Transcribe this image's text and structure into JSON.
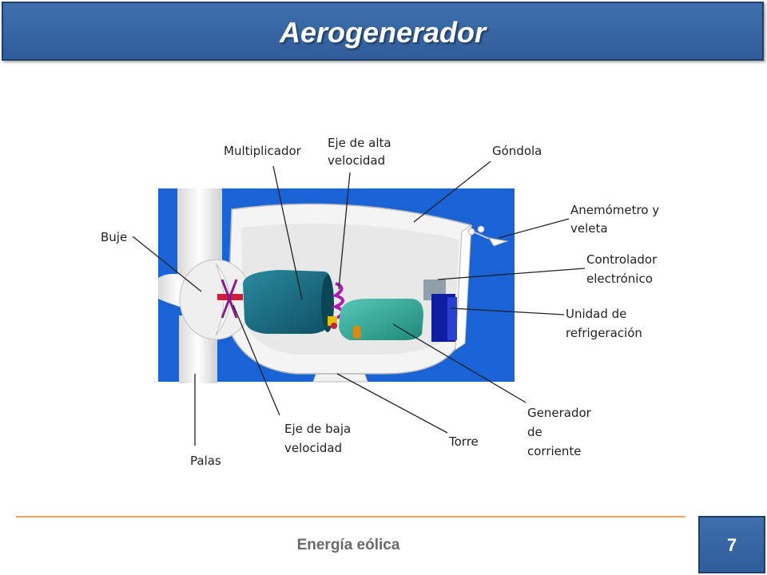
{
  "header": {
    "title": "Aerogenerador"
  },
  "diagram": {
    "labels": {
      "multiplicador": "Multiplicador",
      "eje_alta_1": "Eje de alta",
      "eje_alta_2": "velocidad",
      "gondola": "Góndola",
      "anemometro_1": "Anemómetro y",
      "anemometro_2": "veleta",
      "controlador_1": "Controlador",
      "controlador_2": "electrónico",
      "unidad_1": "Unidad de",
      "unidad_2": "refrigeración",
      "buje": "Buje",
      "palas": "Palas",
      "eje_baja_1": "Eje de baja",
      "eje_baja_2": "velocidad",
      "torre": "Torre",
      "generador_1": "Generador",
      "generador_2": "de",
      "generador_3": "corriente"
    }
  },
  "footer": {
    "text": "Energía eólica",
    "page_number": "7"
  },
  "colors": {
    "title_bar": "#2f5d9a",
    "diagram_bg": "#1a63d6",
    "footer_line": "#f0a060"
  }
}
